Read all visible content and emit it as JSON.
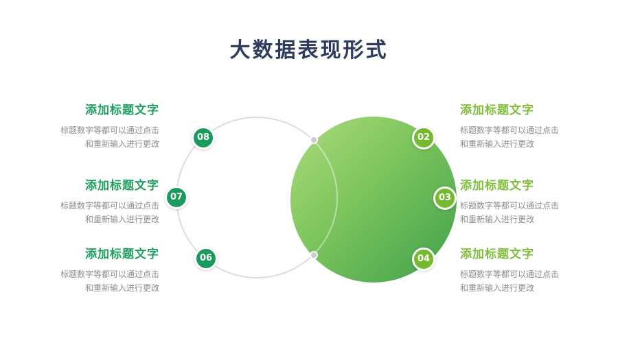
{
  "slide": {
    "title": "大数据表现形式"
  },
  "colors": {
    "title_navy": "#2E3A5E",
    "left_green": "#1FA05E",
    "right_green": "#7FBE3A",
    "badge_left_bg": "#1B9A5E",
    "badge_right_bg": "#74B92E",
    "body_gray": "#8C8C8C",
    "circle_outline": "#DCDCE2",
    "gradient_start": "#ACDC7E",
    "gradient_end": "#3FA04C",
    "dot_gray": "#CBCBD2"
  },
  "items_left": [
    {
      "number": "08",
      "title": "添加标题文字",
      "line1": "标题数字等都可以通过点击",
      "line2": "和重新输入进行更改"
    },
    {
      "number": "07",
      "title": "添加标题文字",
      "line1": "标题数字等都可以通过点击",
      "line2": "和重新输入进行更改"
    },
    {
      "number": "06",
      "title": "添加标题文字",
      "line1": "标题数字等都可以通过点击",
      "line2": "和重新输入进行更改"
    }
  ],
  "items_right": [
    {
      "number": "02",
      "title": "添加标题文字",
      "line1": "标题数字等都可以通过点击",
      "line2": "和重新输入进行更改"
    },
    {
      "number": "03",
      "title": "添加标题文字",
      "line1": "标题数字等都可以通过点击",
      "line2": "和重新输入进行更改"
    },
    {
      "number": "04",
      "title": "添加标题文字",
      "line1": "标题数字等都可以通过点击",
      "line2": "和重新输入进行更改"
    }
  ]
}
